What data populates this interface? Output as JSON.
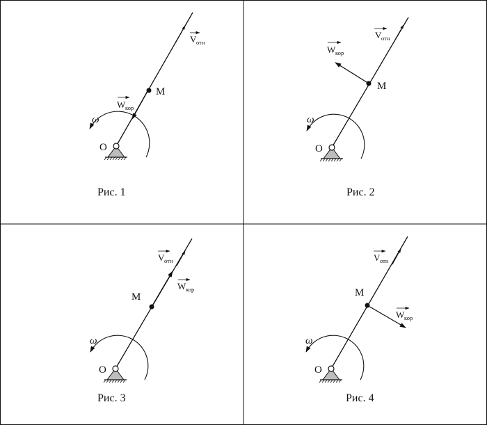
{
  "figures": [
    {
      "caption": "Рис. 1",
      "origin_label": "O",
      "point_label": "M",
      "omega_label": "ω",
      "rel_velocity": {
        "symbol": "V",
        "subscript": "отн"
      },
      "coriolis": {
        "symbol": "W",
        "subscript": "кор",
        "direction": "along rod toward O"
      }
    },
    {
      "caption": "Рис. 2",
      "origin_label": "O",
      "point_label": "M",
      "omega_label": "ω",
      "rel_velocity": {
        "symbol": "V",
        "subscript": "отн"
      },
      "coriolis": {
        "symbol": "W",
        "subscript": "кор",
        "direction": "perpendicular to rod, up-left"
      }
    },
    {
      "caption": "Рис. 3",
      "origin_label": "O",
      "point_label": "M",
      "omega_label": "ω",
      "rel_velocity": {
        "symbol": "V",
        "subscript": "отн"
      },
      "coriolis": {
        "symbol": "W",
        "subscript": "кор",
        "direction": "along rod away from O"
      }
    },
    {
      "caption": "Рис. 4",
      "origin_label": "O",
      "point_label": "M",
      "omega_label": "ω",
      "rel_velocity": {
        "symbol": "V",
        "subscript": "отн"
      },
      "coriolis": {
        "symbol": "W",
        "subscript": "кор",
        "direction": "perpendicular to rod, down-right"
      }
    }
  ],
  "colors": {
    "line": "#111111",
    "support_fill": "#bdbdbd",
    "background": "#ffffff"
  }
}
